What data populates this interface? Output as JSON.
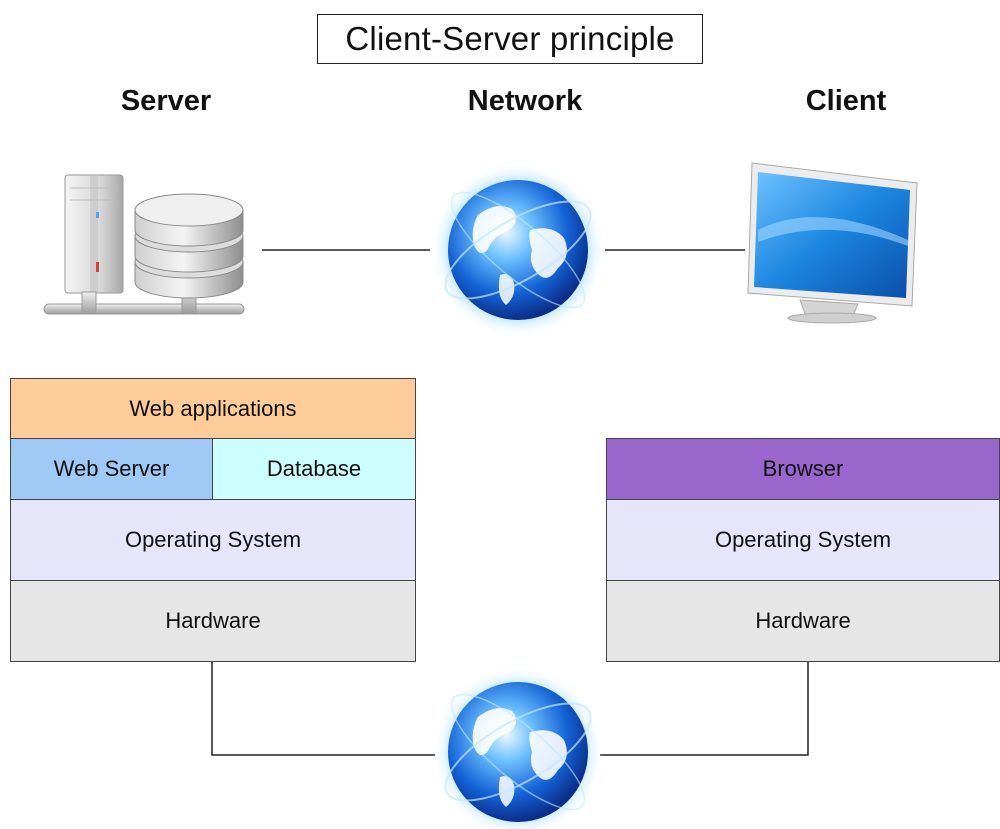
{
  "title": "Client-Server principle",
  "headings": {
    "server": "Server",
    "network": "Network",
    "client": "Client"
  },
  "server_stack": {
    "web_applications": "Web applications",
    "web_server": "Web Server",
    "database": "Database",
    "operating_system": "Operating System",
    "hardware": "Hardware"
  },
  "client_stack": {
    "browser": "Browser",
    "operating_system": "Operating System",
    "hardware": "Hardware"
  },
  "colors": {
    "web_applications": "#fdcc98",
    "web_server": "#9fcaf6",
    "database": "#ccfefd",
    "operating_system": "#e6e6fa",
    "hardware": "#e6e6e6",
    "browser": "#9966cc"
  },
  "icons": [
    "server-tower-icon",
    "database-icon",
    "globe-icon",
    "monitor-icon"
  ]
}
